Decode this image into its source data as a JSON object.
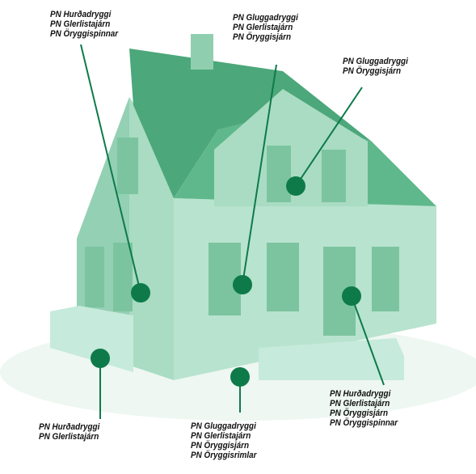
{
  "colors": {
    "marker": "#0e7a4a",
    "roof": "#4ca77a",
    "wall": "#a9dcc3",
    "wall_shade": "#7cc4a0",
    "window": "#8fcfb0",
    "ground": "#eef7f2"
  },
  "callouts": [
    {
      "lines": [
        "PN Hurðadryggi",
        "PN Glerlistajárn",
        "PN Öryggispinnar"
      ]
    },
    {
      "lines": [
        "PN Gluggadryggi",
        "PN Glerlistajárn",
        "PN Öryggisjárn"
      ]
    },
    {
      "lines": [
        "PN Gluggadryggi",
        "PN Öryggisjárn"
      ]
    },
    {
      "lines": [
        "PN Hurðadryggi",
        "PN Glerlistajárn"
      ]
    },
    {
      "lines": [
        "PN Gluggadryggi",
        "PN Glerlistajárn",
        "PN Öryggisjárn",
        "PN Öryggisrimlar"
      ]
    },
    {
      "lines": [
        "PN Hurðadryggi",
        "PN Glerlistajárn",
        "PN Öryggisjárn",
        "PN Öryggispinnar"
      ]
    }
  ]
}
